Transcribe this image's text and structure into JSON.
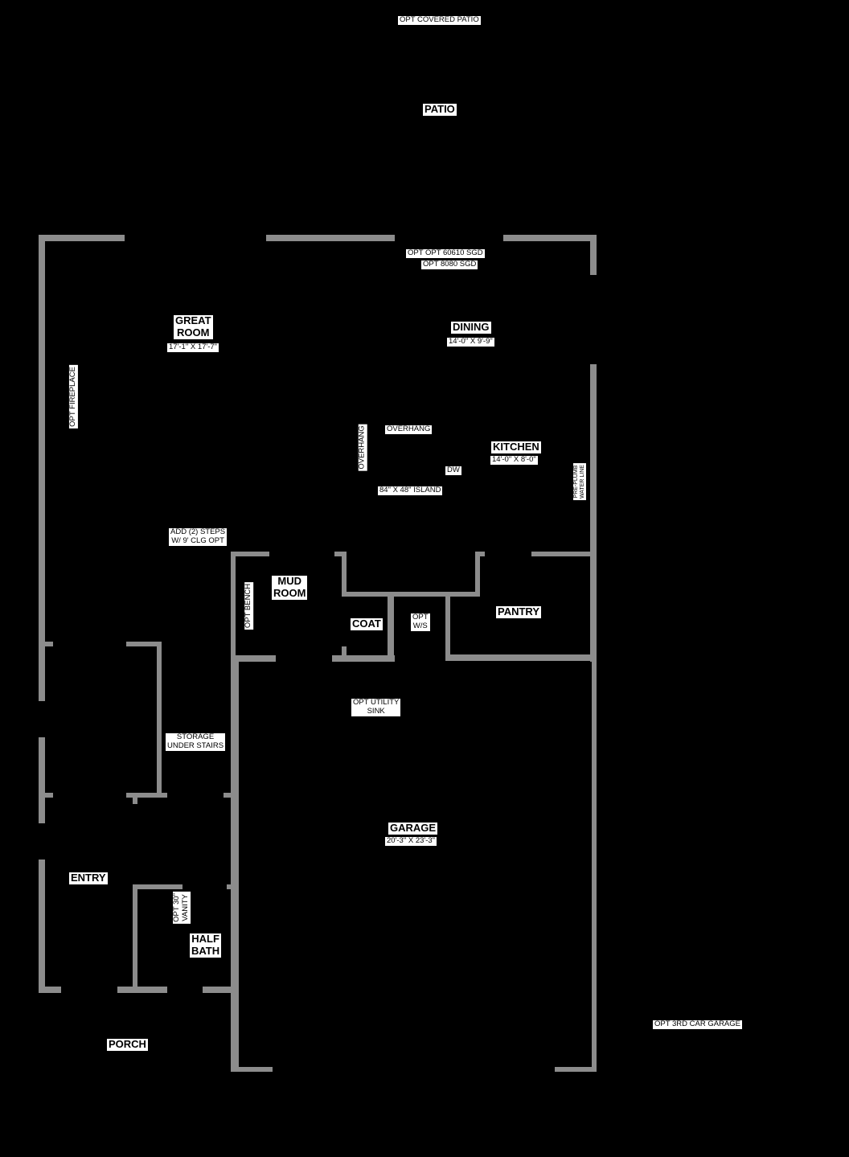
{
  "rooms": {
    "patio": "PATIO",
    "great_room": {
      "line1": "GREAT",
      "line2": "ROOM",
      "dim": "17'-1\" X 17'-7\""
    },
    "dining": {
      "name": "DINING",
      "dim": "14'-0\" X 9'-9\""
    },
    "kitchen": {
      "name": "KITCHEN",
      "dim": "14'-0\" X 8'-0\""
    },
    "mud_room": {
      "line1": "MUD",
      "line2": "ROOM"
    },
    "coat": "COAT",
    "pantry": "PANTRY",
    "garage": {
      "name": "GARAGE",
      "dim": "20'-3\" X 23'-3\""
    },
    "entry": "ENTRY",
    "half_bath": {
      "line1": "HALF",
      "line2": "BATH"
    },
    "porch": "PORCH"
  },
  "notes": {
    "covered_patio": "OPT COVERED PATIO",
    "sgd_line1": "OPT OPT 60610 SGD",
    "sgd_line2": "OPT 8080 SGD",
    "fireplace": "OPT FIREPLACE",
    "overhang_h": "OVERHANG",
    "overhang_v": "OVERHANG",
    "dw": "DW",
    "island": "84\" X 48\" ISLAND",
    "water_line1": "PRE-PLUMB",
    "water_line2": "WATER LINE",
    "steps_line1": "ADD (2) STEPS",
    "steps_line2": "W/ 9' CLG OPT",
    "bench": "OPT BENCH",
    "ws_line1": "OPT",
    "ws_line2": "W/S",
    "utility_line1": "OPT UTILITY",
    "utility_line2": "SINK",
    "storage_line1": "STORAGE",
    "storage_line2": "UNDER STAIRS",
    "vanity_line1": "OPT 30\"",
    "vanity_line2": "VANITY",
    "third_car": "OPT 3RD CAR GARAGE"
  },
  "colors": {
    "background": "#000000",
    "wall": "#8c8c8c",
    "label_bg": "#ffffff",
    "label_text": "#000000"
  }
}
